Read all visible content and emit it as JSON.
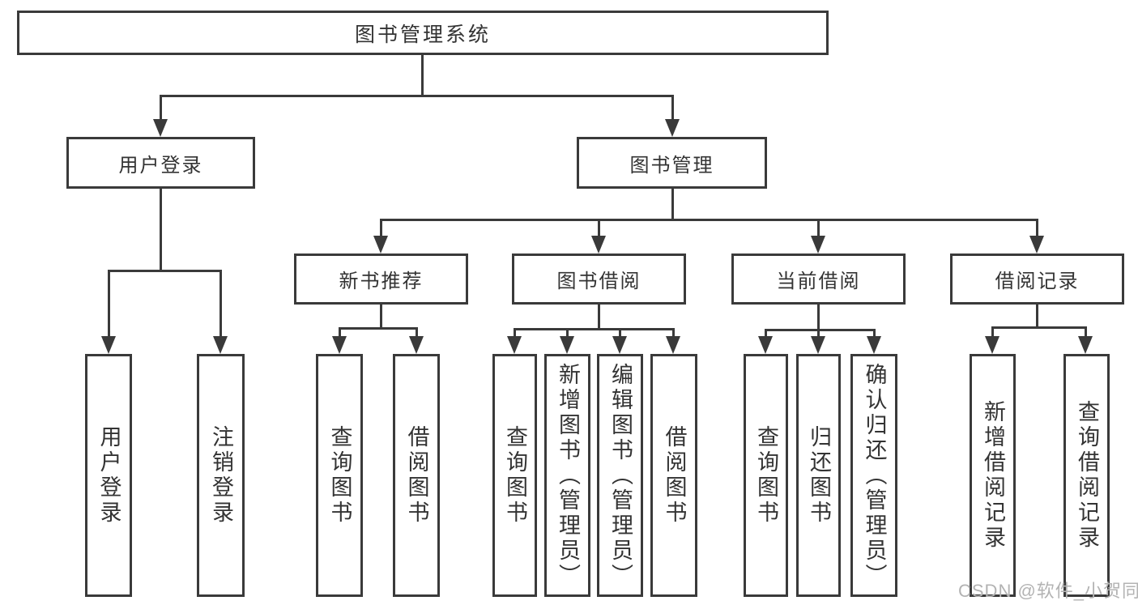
{
  "diagram_type": "hierarchy-flowchart",
  "nodes": {
    "root": "图书管理系统",
    "level2": [
      "用户登录",
      "图书管理"
    ],
    "level3": [
      "新书推荐",
      "图书借阅",
      "当前借阅",
      "借阅记录"
    ],
    "leaves": [
      "用户登录",
      "注销登录",
      "查询图书",
      "借阅图书",
      "查询图书",
      "新增图书（管理员）",
      "编辑图书（管理员）",
      "借阅图书",
      "查询图书",
      "归还图书",
      "确认归还（管理员）",
      "新增借阅记录",
      "查询借阅记录"
    ]
  },
  "edges": [
    {
      "from": "图书管理系统",
      "to": [
        "用户登录",
        "图书管理"
      ]
    },
    {
      "from": "用户登录",
      "to": [
        "用户登录",
        "注销登录"
      ]
    },
    {
      "from": "图书管理",
      "to": [
        "新书推荐",
        "图书借阅",
        "当前借阅",
        "借阅记录"
      ]
    },
    {
      "from": "新书推荐",
      "to": [
        "查询图书",
        "借阅图书"
      ]
    },
    {
      "from": "图书借阅",
      "to": [
        "查询图书",
        "新增图书（管理员）",
        "编辑图书（管理员）",
        "借阅图书"
      ]
    },
    {
      "from": "当前借阅",
      "to": [
        "查询图书",
        "归还图书",
        "确认归还（管理员）"
      ]
    },
    {
      "from": "借阅记录",
      "to": [
        "新增借阅记录",
        "查询借阅记录"
      ]
    }
  ],
  "watermark": "CSDN @软件_小贺同学",
  "colors": {
    "line": "#3a3a3a",
    "text": "#333333",
    "box_fill": "#ffffff",
    "watermark": "#b3b3b3",
    "background": "#ffffff"
  }
}
